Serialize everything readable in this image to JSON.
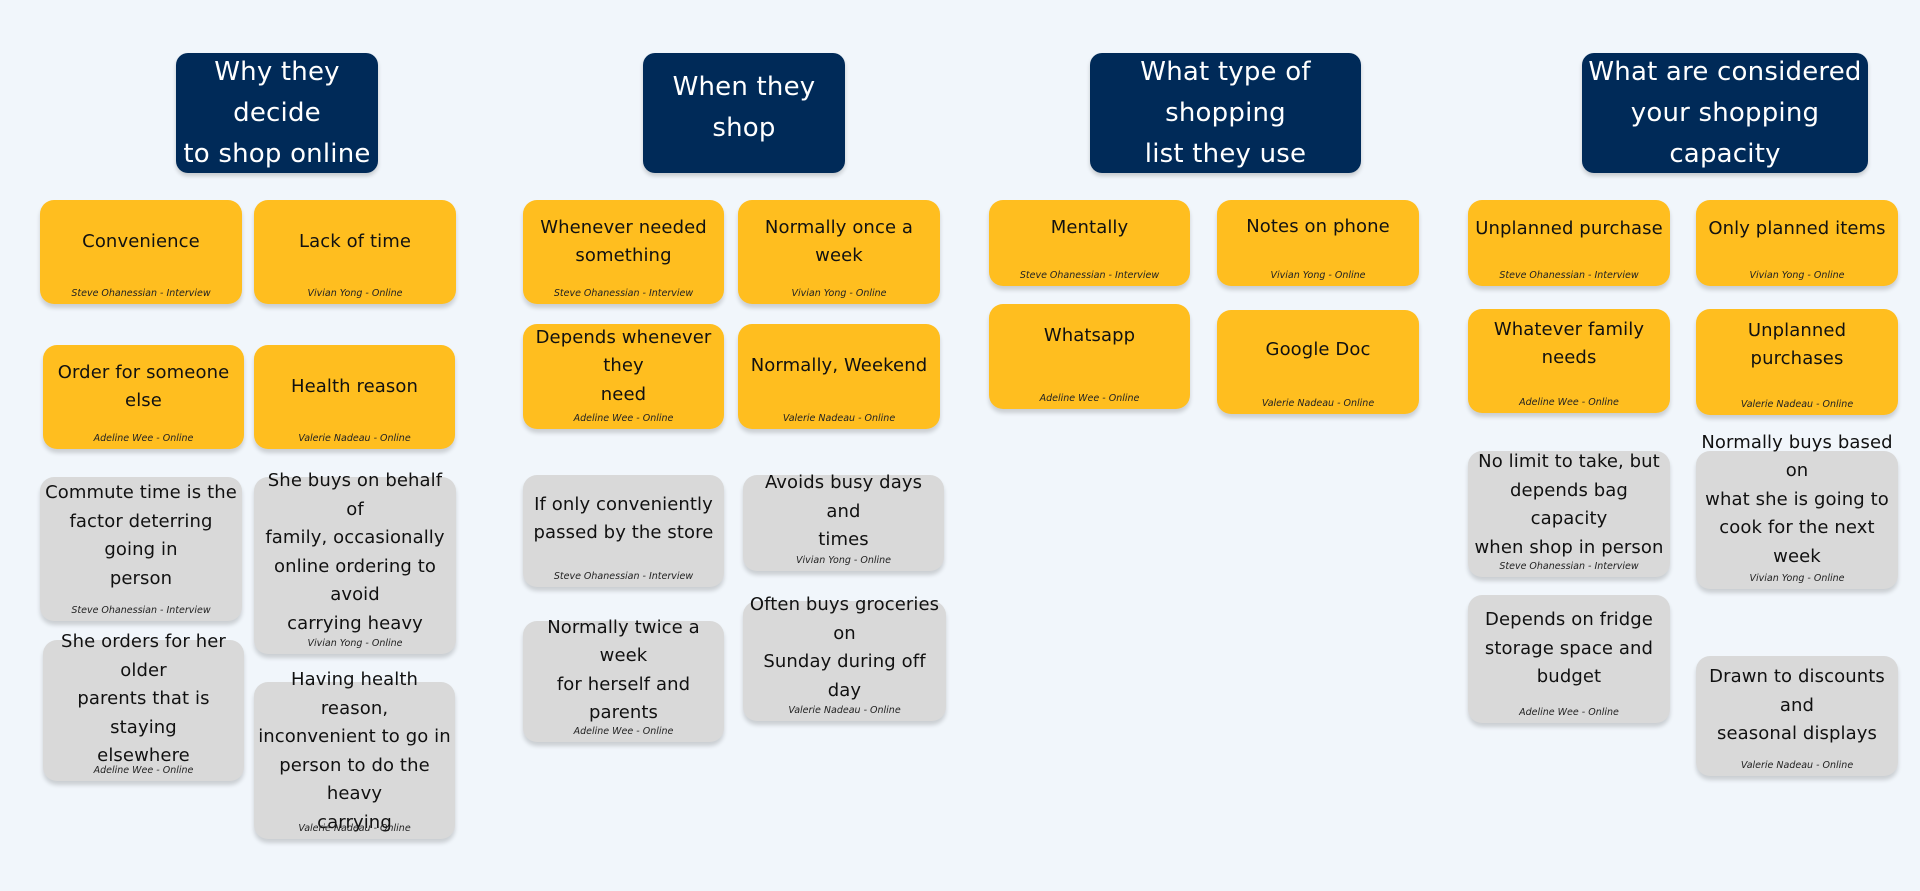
{
  "columns": [
    {
      "heading": "Why they decide\nto shop online",
      "notes": [
        {
          "text": "Convenience",
          "source": "Steve Ohanessian - Interview",
          "color": "#ffbe1f"
        },
        {
          "text": "Lack of time",
          "source": "Vivian Yong - Online",
          "color": "#ffbe1f"
        },
        {
          "text": "Order for someone else",
          "source": "Adeline Wee - Online",
          "color": "#ffbe1f"
        },
        {
          "text": "Health reason",
          "source": "Valerie Nadeau - Online",
          "color": "#ffbe1f"
        },
        {
          "text": "Commute time is the\nfactor deterring going in\nperson",
          "source": "Steve Ohanessian - Interview",
          "color": "#d9d9d9"
        },
        {
          "text": "She buys on behalf of\nfamily, occasionally\nonline ordering to avoid\ncarrying heavy",
          "source": "Vivian Yong - Online",
          "color": "#d9d9d9"
        },
        {
          "text": "She orders for her older\nparents that is staying\nelsewhere",
          "source": "Adeline Wee - Online",
          "color": "#d9d9d9"
        },
        {
          "text": "Having health reason,\ninconvenient to go in\nperson to do the heavy\ncarrying",
          "source": "Valerie Nadeau - Online",
          "color": "#d9d9d9"
        }
      ]
    },
    {
      "heading": "When they shop",
      "notes": [
        {
          "text": "Whenever needed\nsomething",
          "source": "Steve Ohanessian - Interview",
          "color": "#ffbe1f"
        },
        {
          "text": "Normally once a week",
          "source": "Vivian Yong - Online",
          "color": "#ffbe1f"
        },
        {
          "text": "Depends whenever they\nneed",
          "source": "Adeline Wee - Online",
          "color": "#ffbe1f"
        },
        {
          "text": "Normally, Weekend",
          "source": "Valerie Nadeau - Online",
          "color": "#ffbe1f"
        },
        {
          "text": "If only conveniently\npassed by the store",
          "source": "Steve Ohanessian - Interview",
          "color": "#d9d9d9"
        },
        {
          "text": "Avoids busy days and\ntimes",
          "source": "Vivian Yong - Online",
          "color": "#d9d9d9"
        },
        {
          "text": "Normally twice a week\nfor herself and parents",
          "source": "Adeline Wee - Online",
          "color": "#d9d9d9"
        },
        {
          "text": "Often buys groceries on\nSunday during off day",
          "source": "Valerie Nadeau - Online",
          "color": "#d9d9d9"
        }
      ]
    },
    {
      "heading": "What type of shopping\nlist they use",
      "notes": [
        {
          "text": "Mentally",
          "source": "Steve Ohanessian - Interview",
          "color": "#ffbe1f"
        },
        {
          "text": "Notes on phone",
          "source": "Vivian Yong - Online",
          "color": "#ffbe1f"
        },
        {
          "text": "Whatsapp",
          "source": "Adeline Wee - Online",
          "color": "#ffbe1f"
        },
        {
          "text": "Google Doc",
          "source": "Valerie Nadeau - Online",
          "color": "#ffbe1f"
        }
      ]
    },
    {
      "heading": "What are considered\nyour shopping capacity",
      "notes": [
        {
          "text": "Unplanned purchase",
          "source": "Steve Ohanessian - Interview",
          "color": "#ffbe1f"
        },
        {
          "text": "Only planned items",
          "source": "Vivian Yong - Online",
          "color": "#ffbe1f"
        },
        {
          "text": "Whatever family needs",
          "source": "Adeline Wee - Online",
          "color": "#ffbe1f"
        },
        {
          "text": "Unplanned purchases",
          "source": "Valerie Nadeau - Online",
          "color": "#ffbe1f"
        },
        {
          "text": "No limit to take, but\ndepends bag capacity\nwhen shop in person",
          "source": "Steve Ohanessian - Interview",
          "color": "#d9d9d9"
        },
        {
          "text": "Normally buys based on\nwhat she is going to\ncook for the next week",
          "source": "Vivian Yong - Online",
          "color": "#d9d9d9"
        },
        {
          "text": "Depends on fridge\nstorage space and\nbudget",
          "source": "Adeline Wee - Online",
          "color": "#d9d9d9"
        },
        {
          "text": "Drawn to discounts and\nseasonal displays",
          "source": "Valerie Nadeau - Online",
          "color": "#d9d9d9"
        }
      ]
    }
  ],
  "colors": {
    "heading": "#002a58",
    "background": "#f1f6fb",
    "yellow": "#ffbe1f",
    "grey": "#d9d9d9"
  }
}
